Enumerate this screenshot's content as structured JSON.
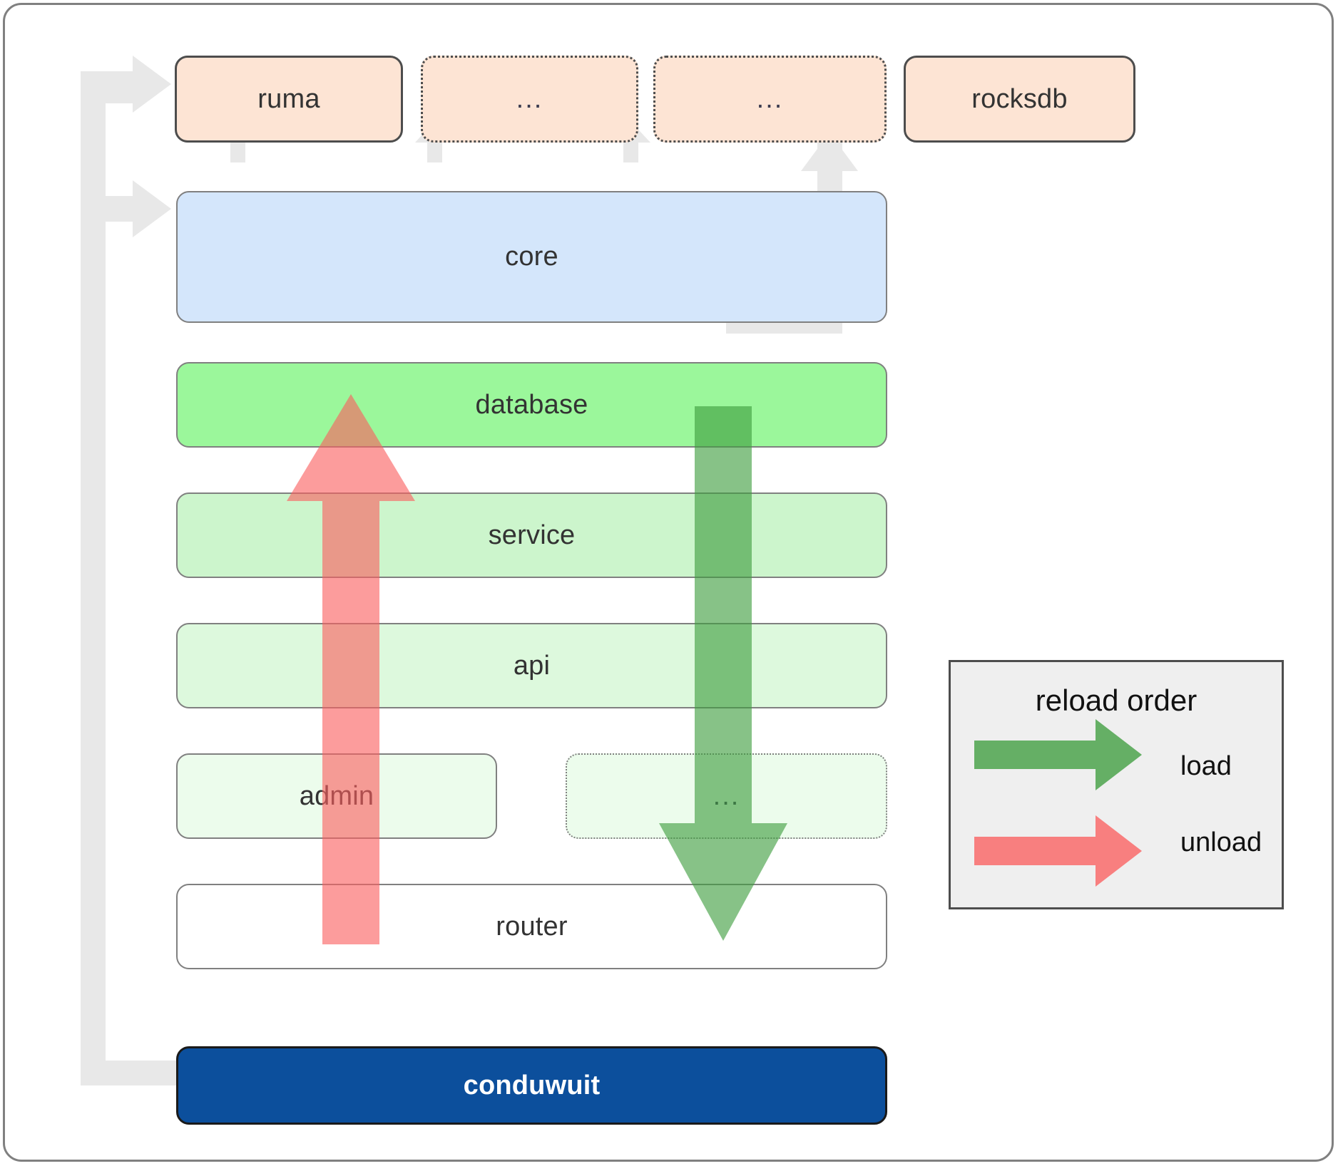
{
  "diagram": {
    "title": "conduwuit crate dependency / reload order diagram",
    "dependencies": [
      {
        "id": "ruma",
        "label": "ruma",
        "style": "solid"
      },
      {
        "id": "dep-2",
        "label": "...",
        "style": "dotted"
      },
      {
        "id": "dep-3",
        "label": "...",
        "style": "dotted"
      },
      {
        "id": "rocksdb",
        "label": "rocksdb",
        "style": "solid"
      }
    ],
    "core": {
      "id": "core",
      "label": "core"
    },
    "layers": [
      {
        "id": "database",
        "label": "database",
        "style": "solid"
      },
      {
        "id": "service",
        "label": "service",
        "style": "solid"
      },
      {
        "id": "api",
        "label": "api",
        "style": "solid"
      },
      {
        "id": "admin",
        "label": "admin",
        "style": "solid"
      },
      {
        "id": "layer-more",
        "label": "...",
        "style": "dotted"
      },
      {
        "id": "router",
        "label": "router",
        "style": "solid"
      }
    ],
    "root": {
      "id": "conduwuit",
      "label": "conduwuit"
    },
    "legend": {
      "title": "reload order",
      "entries": [
        {
          "id": "load",
          "label": "load",
          "color": "#5cb85c"
        },
        {
          "id": "unload",
          "label": "unload",
          "color": "#fa8a8a"
        }
      ]
    },
    "colors": {
      "dependency_fill": "#fde4d4",
      "dependency_stroke": "#4d4d4d",
      "core_fill": "#d4e6fb",
      "core_stroke": "#808080",
      "database_fill": "#9bf79b",
      "service_fill": "#ccf5cc",
      "api_fill": "#ddf9dd",
      "admin_fill": "#ecfcec",
      "layer_more_fill": "#ecfcec",
      "router_fill": "#ffffff",
      "root_fill": "#0c4f9c",
      "root_text": "#ffffff",
      "load_arrow": "#5cb85c",
      "unload_arrow": "#fa8a8a",
      "connector_arrow": "#e8e8e8",
      "legend_fill": "#efefef",
      "legend_stroke": "#4d4d4d",
      "frame_stroke": "#808080",
      "text": "#333333"
    }
  }
}
